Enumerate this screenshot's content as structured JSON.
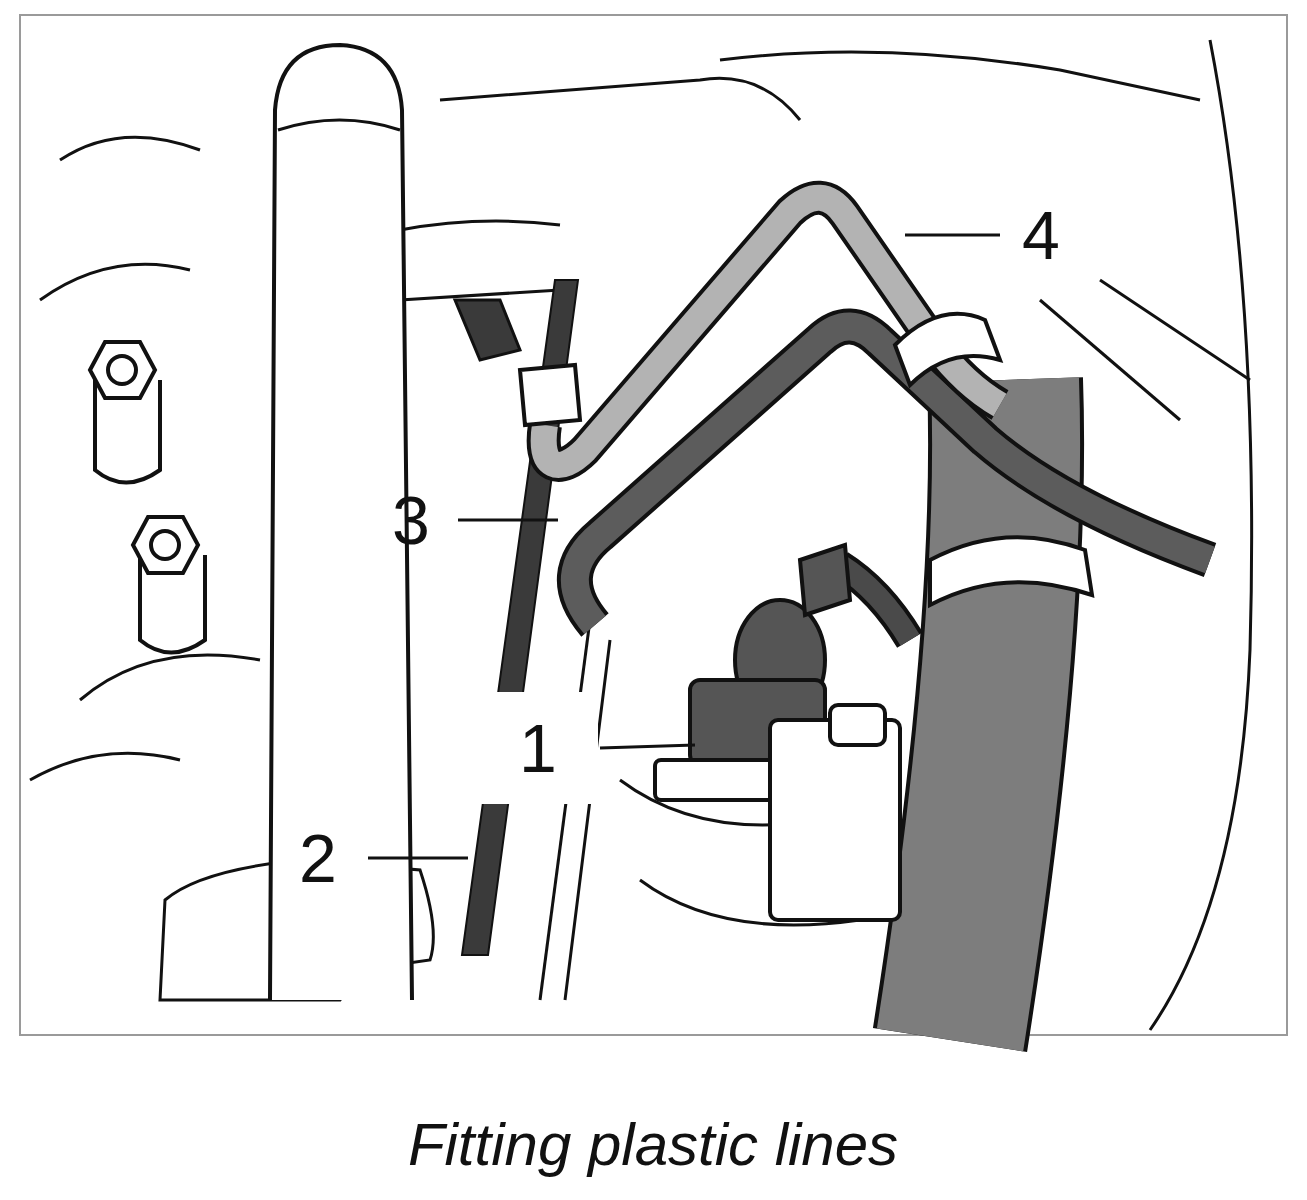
{
  "diagram": {
    "caption": "Fitting plastic lines",
    "labels": [
      "1",
      "2",
      "3",
      "4"
    ]
  }
}
